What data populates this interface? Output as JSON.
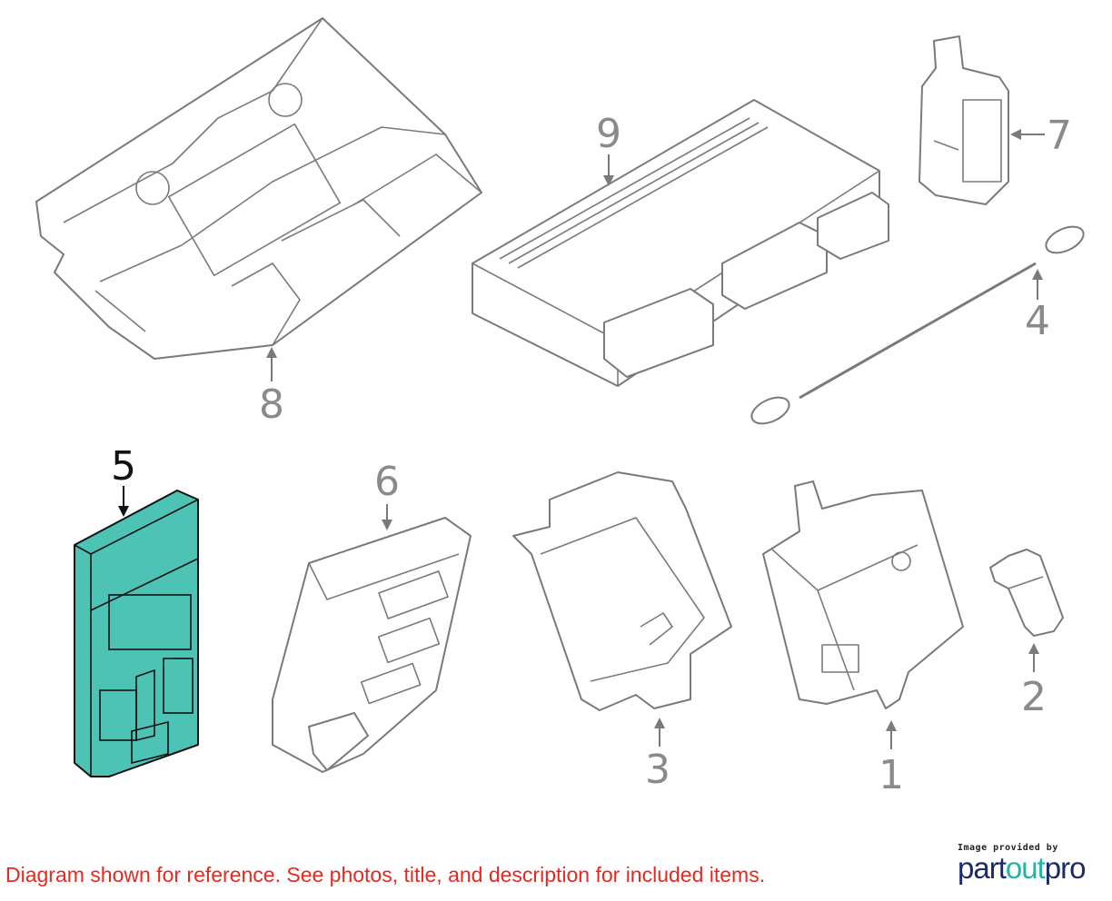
{
  "callouts": {
    "c1": "1",
    "c2": "2",
    "c3": "3",
    "c4": "4",
    "c5": "5",
    "c6": "6",
    "c7": "7",
    "c8": "8",
    "c9": "9"
  },
  "highlighted_part": "5",
  "colors": {
    "highlight": "#4cc3b4",
    "disclaimer": "#e8281e",
    "logo_dark": "#1b2a6b",
    "logo_teal": "#22b5a1"
  },
  "disclaimer": "Diagram shown for reference. See photos, title, and description for included items.",
  "logo": {
    "caption": "Image provided by",
    "part1": "part",
    "part2": "out",
    "part3": "pro"
  }
}
